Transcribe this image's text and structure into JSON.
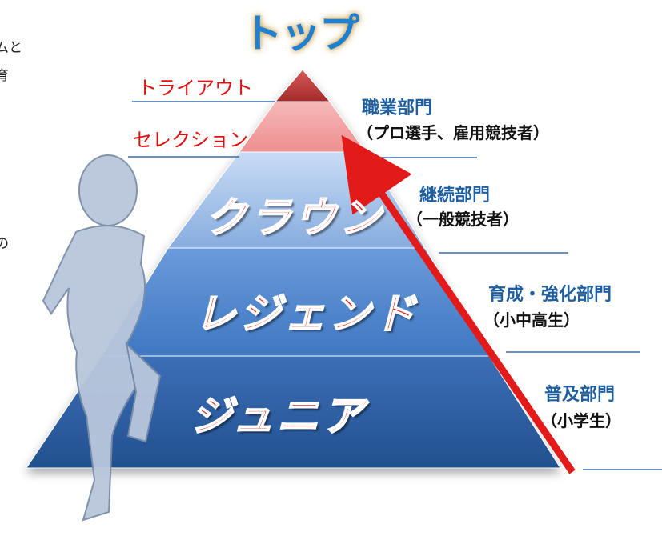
{
  "title": "トップ",
  "left_text_fragments": [
    "ムと",
    "育",
    "、",
    "の",
    "、"
  ],
  "upper_levels": [
    {
      "label": "トライアウト"
    },
    {
      "label": "セレクション"
    }
  ],
  "tiers": [
    {
      "label": "クラウン"
    },
    {
      "label": "レジェンド"
    },
    {
      "label": "ジュニア"
    }
  ],
  "departments": [
    {
      "title": "職業部門",
      "subtitle": "（プロ選手、雇用競技者）"
    },
    {
      "title": "継続部門",
      "subtitle": "（一般競技者）"
    },
    {
      "title": "育成・強化部門",
      "subtitle": "（小中高生）"
    },
    {
      "title": "普及部門",
      "subtitle": "（小学生）"
    }
  ],
  "colors": {
    "top_tier": "#b83a3a",
    "selection_tier": "#f3a0a0",
    "crown_tier": "#9cc0ea",
    "legend_tier": "#4e86cf",
    "junior_tier": "#2d5fa6",
    "arrow": "#e31a1a",
    "label_red": "#e01010",
    "dept_blue": "#1f5fa0"
  },
  "icons": [
    "runner-illustration",
    "progress-arrow"
  ]
}
